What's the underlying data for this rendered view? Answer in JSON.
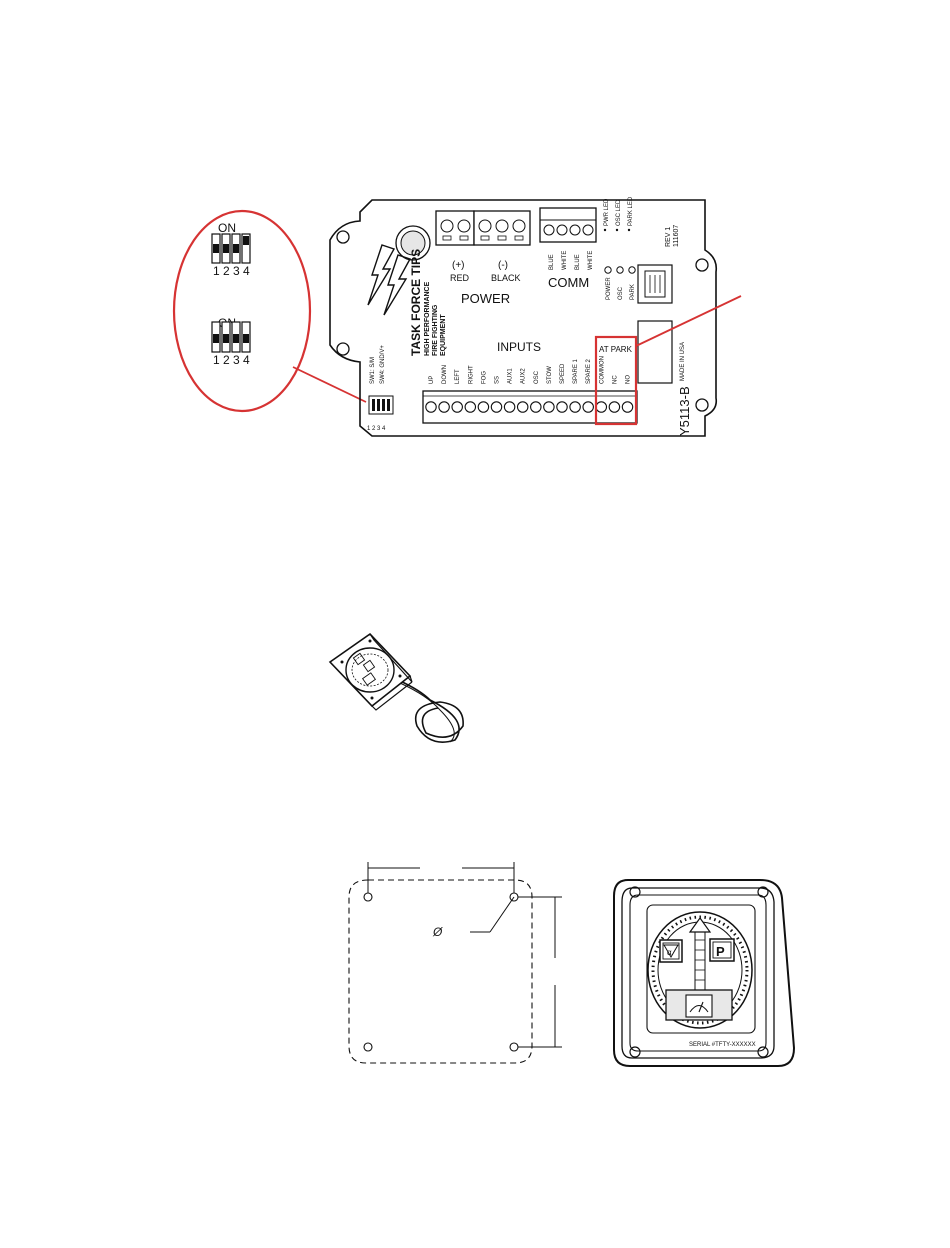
{
  "dip_zoom": {
    "top": {
      "on_label": "ON",
      "numbers": [
        "1",
        "2",
        "3",
        "4"
      ]
    },
    "bottom": {
      "on_label": "ON",
      "numbers": [
        "1",
        "2",
        "3",
        "4"
      ]
    }
  },
  "board": {
    "brand": {
      "name": "TASK FORCE TIPS",
      "tagline": [
        "HIGH PERFORMANCE",
        "FIRE FIGHTING",
        "EQUIPMENT"
      ]
    },
    "power": {
      "title": "POWER",
      "pos_label": "(+)",
      "pos_color": "RED",
      "neg_label": "(-)",
      "neg_color": "BLACK"
    },
    "comm": {
      "title": "COMM",
      "wires": [
        "BLUE",
        "WHITE",
        "BLUE",
        "WHITE"
      ]
    },
    "leds": {
      "side_labels": [
        "PWR LED",
        "OSC LED",
        "PARK LED"
      ],
      "front_labels": [
        "POWER",
        "OSC",
        "PARK"
      ]
    },
    "rev": [
      "REV 1",
      "111607"
    ],
    "inputs_title": "INPUTS",
    "at_park_title": "AT PARK",
    "terminals": [
      "UP",
      "DOWN",
      "LEFT",
      "RIGHT",
      "FOG",
      "SS",
      "AUX1",
      "AUX2",
      "OSC",
      "STOW",
      "SPEED",
      "SPARE 1",
      "SPARE 2",
      "COMMON",
      "NC",
      "NO"
    ],
    "switch_labels": [
      "SW1: S/M",
      "SW4: GND/V+"
    ],
    "dip_numbers": "1 2 3 4",
    "made_in": "MADE IN USA",
    "part_number": "Y5113-B"
  },
  "mount": {
    "diameter_symbol": "Ø"
  },
  "control_panel": {
    "serial": "SERIAL #TFTY-XXXXXX",
    "button_left": "α",
    "button_right": "P"
  },
  "colors": {
    "callout": "#d63333",
    "ink": "#111111"
  }
}
